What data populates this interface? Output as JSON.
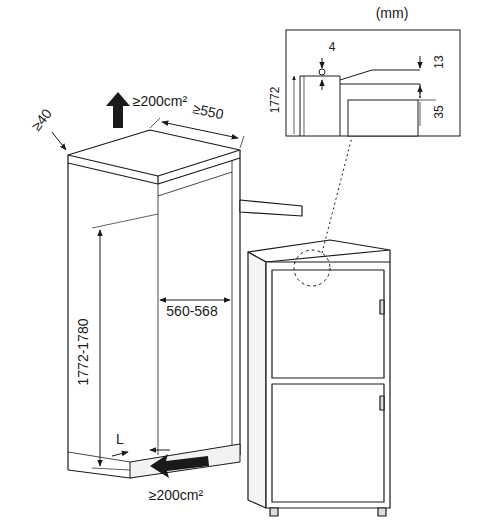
{
  "diagram": {
    "labels": [
      "(mm)",
      "4",
      "13",
      "1772",
      "35",
      "≥40",
      "≥200cm²",
      "≥550",
      "560-568",
      "1772-1780",
      "L",
      "≥200cm²"
    ]
  }
}
